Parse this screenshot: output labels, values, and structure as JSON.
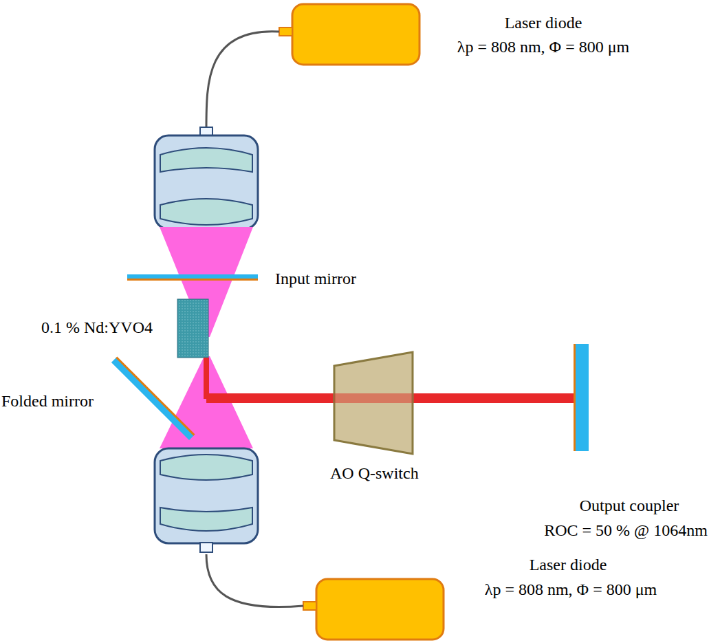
{
  "diagram": {
    "labels": [
      "Laser diode",
      "λp = 808 nm, Φ = 800 μm",
      "Input mirror",
      "0.1 % Nd:YVO4",
      "Folded mirror",
      "AO Q-switch",
      "Output coupler",
      "ROC = 50 % @ 1064nm",
      "Laser diode",
      "λp = 808 nm, Φ = 800 μm"
    ]
  }
}
